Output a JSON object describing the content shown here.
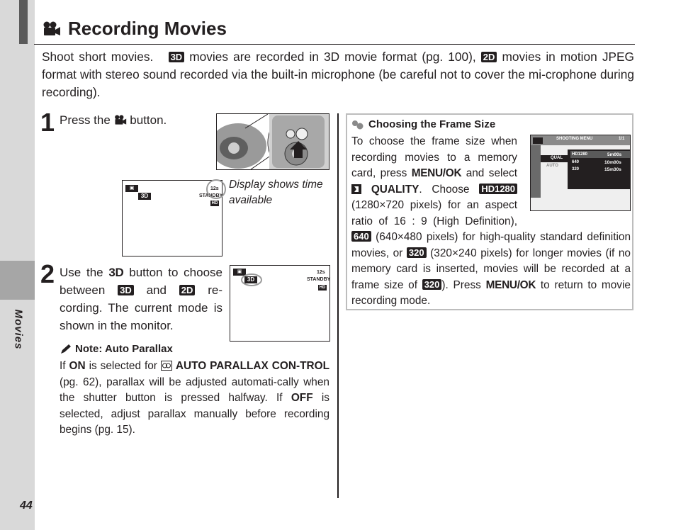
{
  "sidebar": {
    "section_label": "Movies",
    "page_number": "44"
  },
  "title": {
    "icon": "movie-camera-icon",
    "text": "Recording Movies"
  },
  "intro": {
    "part1": "Shoot short movies.",
    "badge_3d": "3D",
    "part2": "movies are recorded in 3D movie format (pg. 100),",
    "badge_2d": "2D",
    "part3": "movies in motion JPEG format with stereo sound recorded via the built-in microphone (be careful not to cover the mi-crophone during recording)."
  },
  "step1": {
    "number": "1",
    "text_before": "Press the",
    "text_after": "button.",
    "caption": "Display shows time available"
  },
  "step2": {
    "number": "2",
    "text_a": "Use the",
    "button_3d": "3D",
    "text_b": "button to choose between",
    "badge_3d": "3D",
    "text_c": "and",
    "badge_2d": "2D",
    "text_d": "re-cording. The current mode is shown in the monitor."
  },
  "monitor1": {
    "badge": "3D",
    "time": "12s",
    "standby": "STANDBY",
    "hd": "HD"
  },
  "monitor2": {
    "badge": "3D",
    "time": "12s",
    "standby": "STANDBY",
    "hd": "HD"
  },
  "note": {
    "heading": "Note: Auto Parallax",
    "t1": "If",
    "on": "ON",
    "t2": "is selected for",
    "setting": "AUTO PARALLAX CON-TROL",
    "t3": "(pg. 62), parallax will be adjusted automati-cally when the shutter button is pressed halfway. If",
    "off": "OFF",
    "t4": "is selected, adjust parallax manually before recording begins (pg. 15)."
  },
  "tip": {
    "heading": "Choosing the Frame Size",
    "t1": "To choose the frame size when recording movies to a memory card, press",
    "menu_ok": "MENU/OK",
    "t2": "and select",
    "quality": "QUALITY",
    "t3": ". Choose",
    "hd1280": "HD1280",
    "t4": "(1280×720 pixels) for an aspect ratio of 16 : 9 (High Definition),",
    "s640": "640",
    "t5": "(640×480 pixels) for high-quality standard definition movies, or",
    "s320": "320",
    "t6": "(320×240 pixels) for longer movies (if no memory card is inserted, movies will be recorded at a frame size of",
    "s320b": "320",
    "t7": "). Press",
    "menu_ok2": "MENU/OK",
    "t8": "to return to movie recording mode."
  },
  "menu_screen": {
    "header": "SHOOTING MENU",
    "page": "1/1",
    "rows": [
      {
        "label": "QUAL",
        "size": "HD1280",
        "time": "5m00s"
      },
      {
        "label": "AUTO",
        "size": "640",
        "time": "10m00s"
      },
      {
        "label": "",
        "size": "320",
        "time": "15m30s"
      }
    ]
  }
}
